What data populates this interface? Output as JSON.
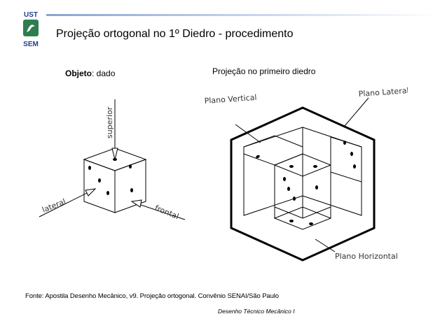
{
  "logo": {
    "top_text": "UST",
    "bottom_text": "SEM"
  },
  "slide": {
    "title": "Projeção ortogonal no 1º Diedro -  procedimento",
    "left_caption_bold": "Objeto",
    "left_caption_rest": ": dado",
    "right_caption": "Projeção no primeiro diedro",
    "source": "Fonte: Apostila Desenho Mecânico, v9. Projeção ortogonal. Convênio SENAI/São Paulo",
    "footer": "Desenho Técnico Mecânico I"
  },
  "figure_die": {
    "label_superior": "superior",
    "label_lateral": "lateral",
    "label_frontal": "frontal"
  },
  "figure_projection": {
    "label_vertical": "Plano Vertical",
    "label_lateral": "Plano Lateral",
    "label_horizontal": "Plano Horizontal"
  },
  "colors": {
    "title_rule": "#8aa3d4",
    "logo_green": "#2e7d4f",
    "logo_blue": "#1f3f8f"
  }
}
